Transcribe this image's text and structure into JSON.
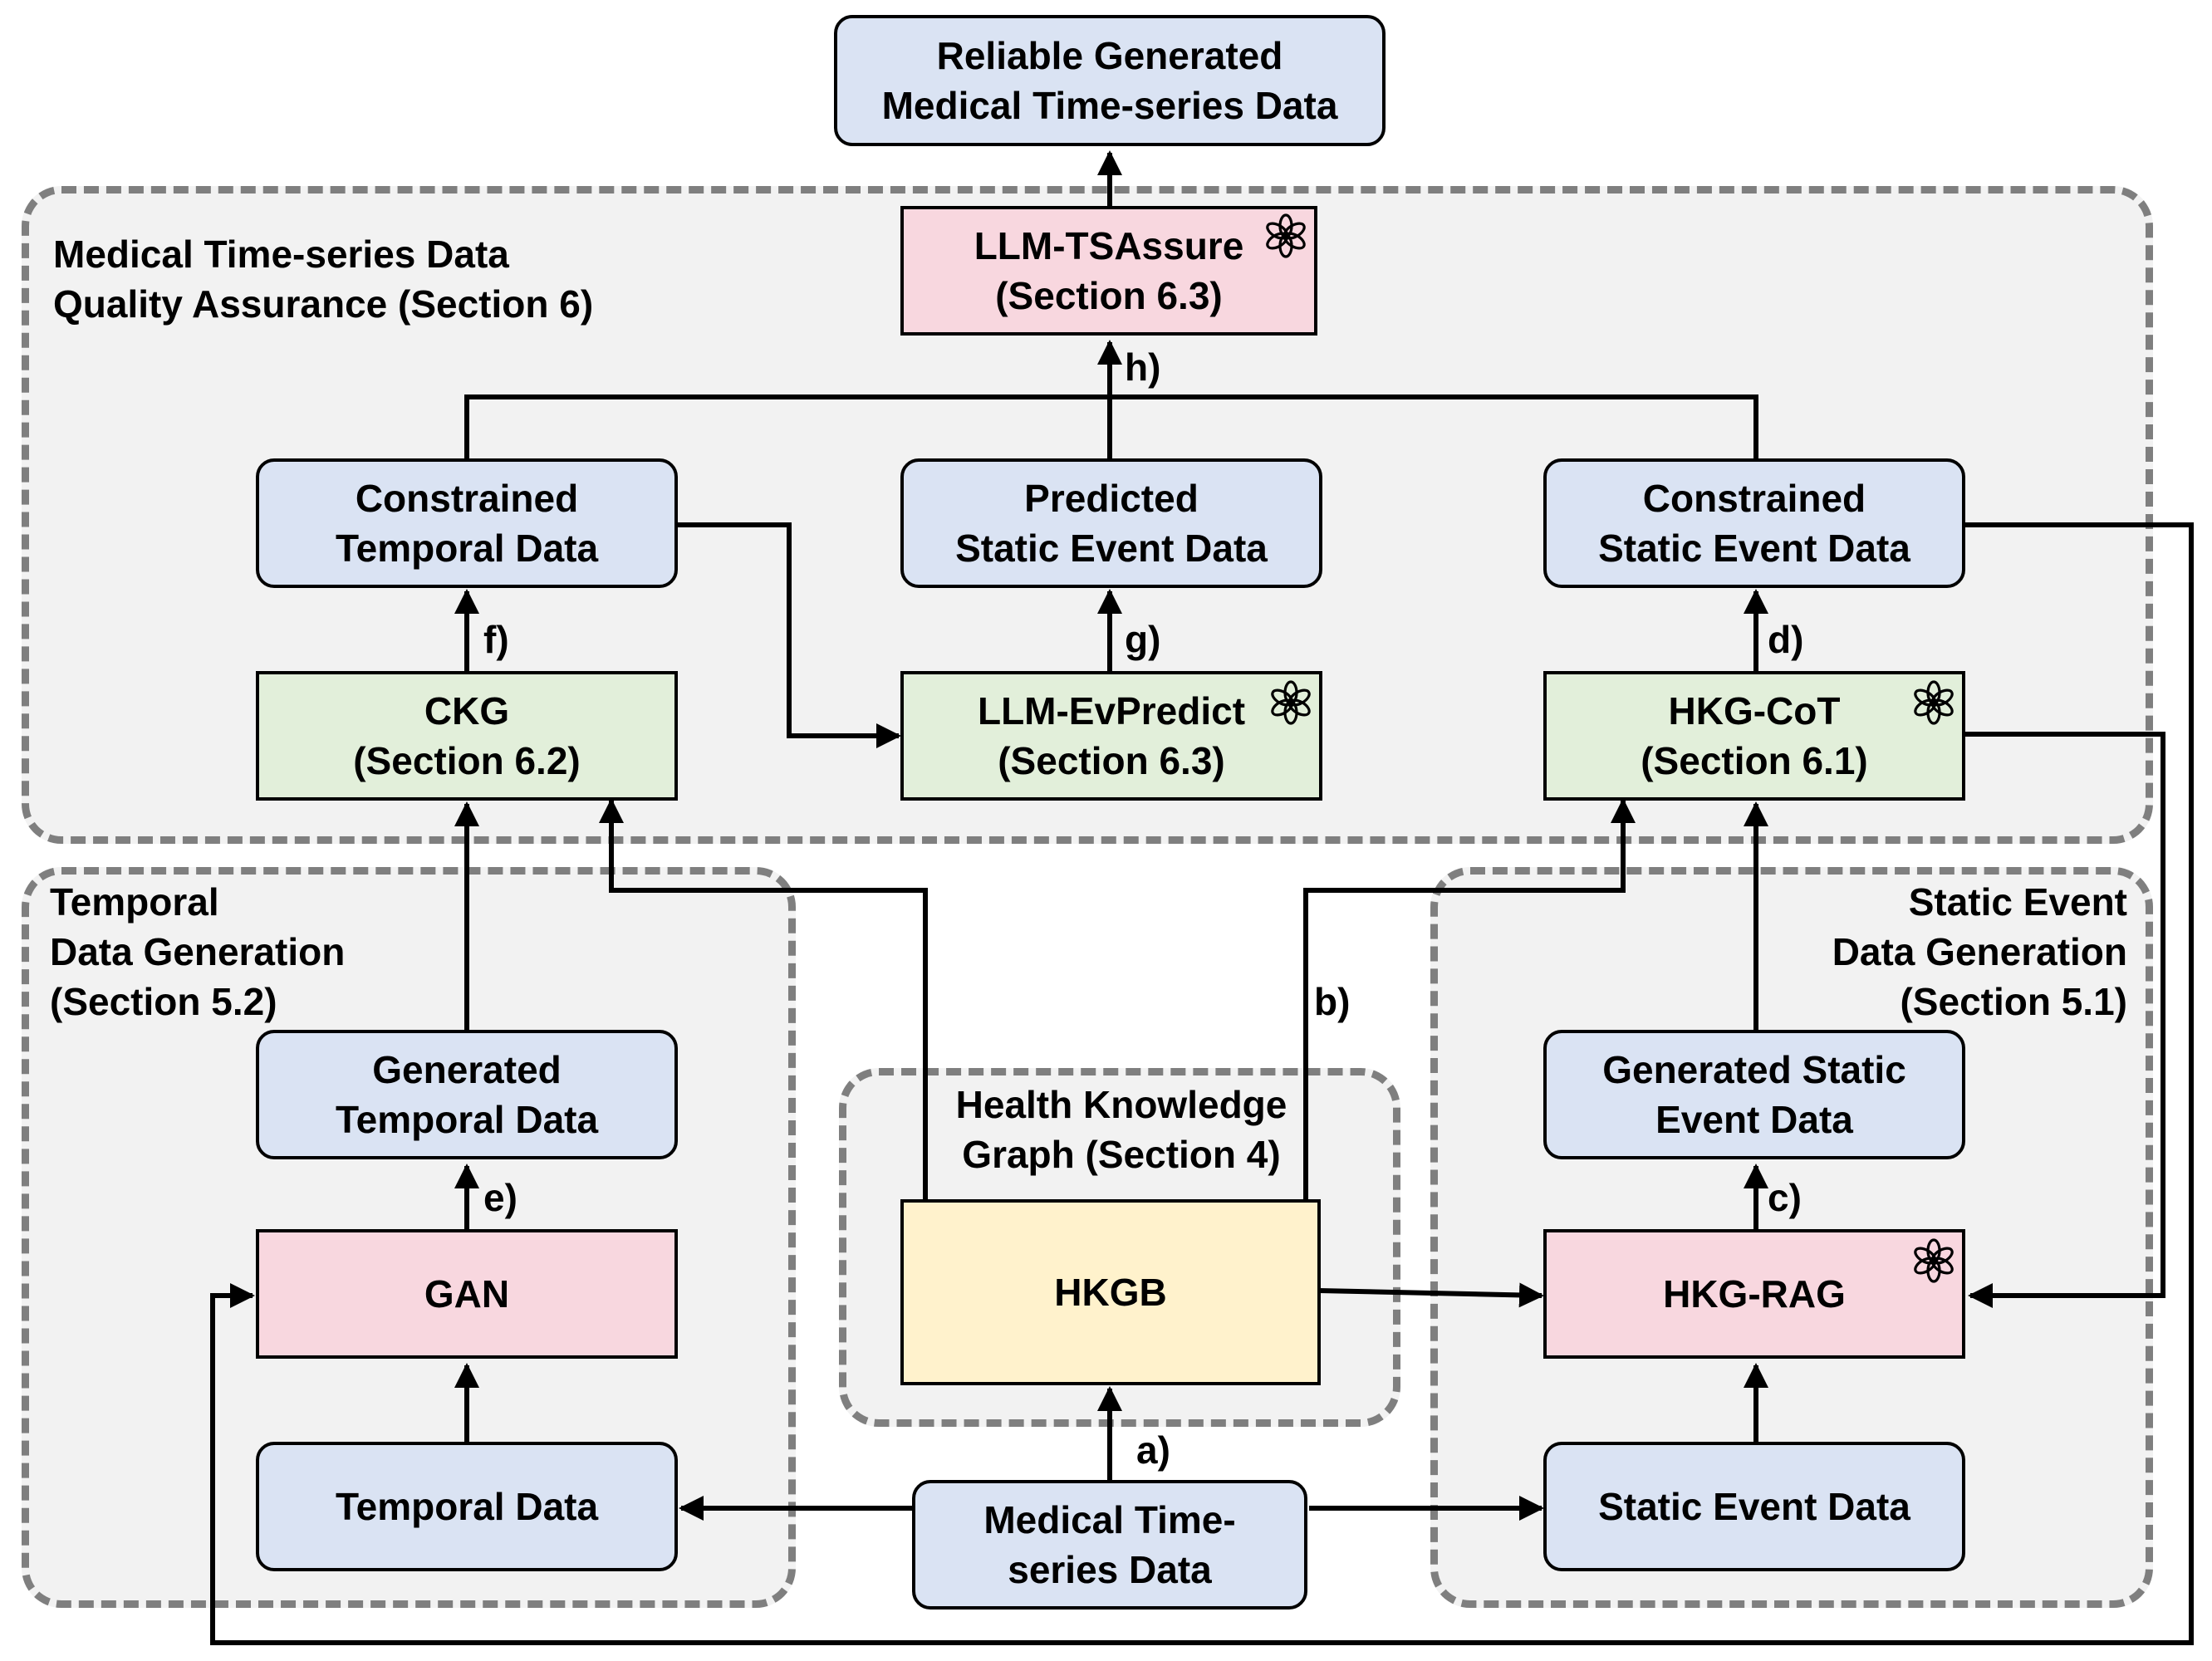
{
  "regions": {
    "quality": "Medical Time-series Data\nQuality Assurance (Section 6)",
    "temporal": "Temporal\nData Generation\n(Section 5.2)",
    "static": "Static Event\nData Generation\n(Section 5.1)",
    "hkg": "Health Knowledge\nGraph (Section 4)"
  },
  "nodes": {
    "reliable": "Reliable Generated\nMedical Time-series Data",
    "llm_tsassure": "LLM-TSAssure\n(Section 6.3)",
    "constrained_temporal": "Constrained\nTemporal Data",
    "predicted_static": "Predicted\nStatic Event Data",
    "constrained_static": "Constrained\nStatic Event Data",
    "ckg": "CKG\n(Section 6.2)",
    "llm_evpredict": "LLM-EvPredict\n(Section 6.3)",
    "hkg_cot": "HKG-CoT\n(Section 6.1)",
    "generated_temporal": "Generated\nTemporal Data",
    "generated_static": "Generated Static\nEvent Data",
    "gan": "GAN",
    "hkgb": "HKGB",
    "hkg_rag": "HKG-RAG",
    "temporal_data": "Temporal Data",
    "static_event_data": "Static Event Data",
    "medical_ts": "Medical Time-\nseries Data"
  },
  "edge_labels": {
    "a": "a)",
    "b": "b)",
    "c": "c)",
    "d": "d)",
    "e": "e)",
    "f": "f)",
    "g": "g)",
    "h": "h)"
  },
  "colors": {
    "blue_node": "#dae3f3",
    "pink_node": "#f8d7df",
    "green_node": "#e2efda",
    "yellow_node": "#fff2cc",
    "region_fill": "#f2f2f2",
    "region_border": "#7f7f7f"
  },
  "icons": {
    "llm": "openai-logo-icon"
  }
}
